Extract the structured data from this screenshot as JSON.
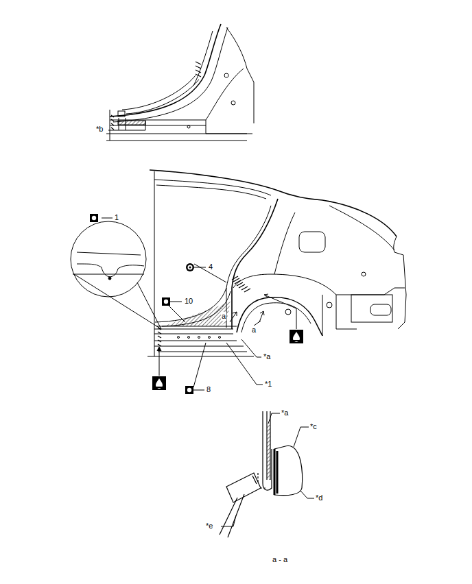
{
  "diagram": {
    "labels": [
      "*b",
      "1",
      "4",
      "10",
      "a",
      "a",
      "*a",
      "8",
      "*1",
      "*a",
      "*c",
      "*d",
      "*e",
      "a - a"
    ]
  }
}
